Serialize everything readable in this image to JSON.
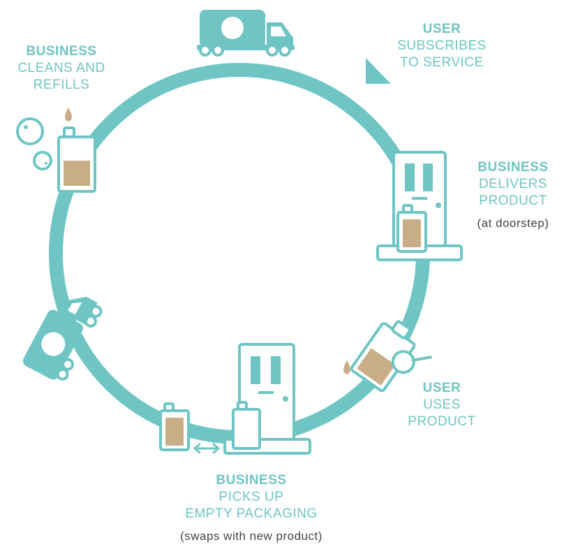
{
  "colors": {
    "teal": "#6ec5c4",
    "tan": "#c8ae86",
    "white": "#ffffff",
    "note": "#444444"
  },
  "steps": {
    "subscribe": {
      "role": "USER",
      "line1": "SUBSCRIBES",
      "line2": "TO SERVICE"
    },
    "deliver": {
      "role": "BUSINESS",
      "line1": "DELIVERS",
      "line2": "PRODUCT",
      "note": "(at doorstep)"
    },
    "use": {
      "role": "USER",
      "line1": "USES",
      "line2": "PRODUCT"
    },
    "pickup": {
      "role": "BUSINESS",
      "line1": "PICKS UP",
      "line2": "EMPTY PACKAGING",
      "note": "(swaps with new product)"
    },
    "refill": {
      "role": "BUSINESS",
      "line1": "CLEANS AND",
      "line2": "REFILLS"
    }
  },
  "icons": [
    "delivery-truck-icon",
    "arrow-head-icon",
    "door-icon",
    "bottle-icon",
    "pouring-bottle-icon",
    "drop-icon",
    "bubble-icon",
    "swap-arrow-icon"
  ]
}
